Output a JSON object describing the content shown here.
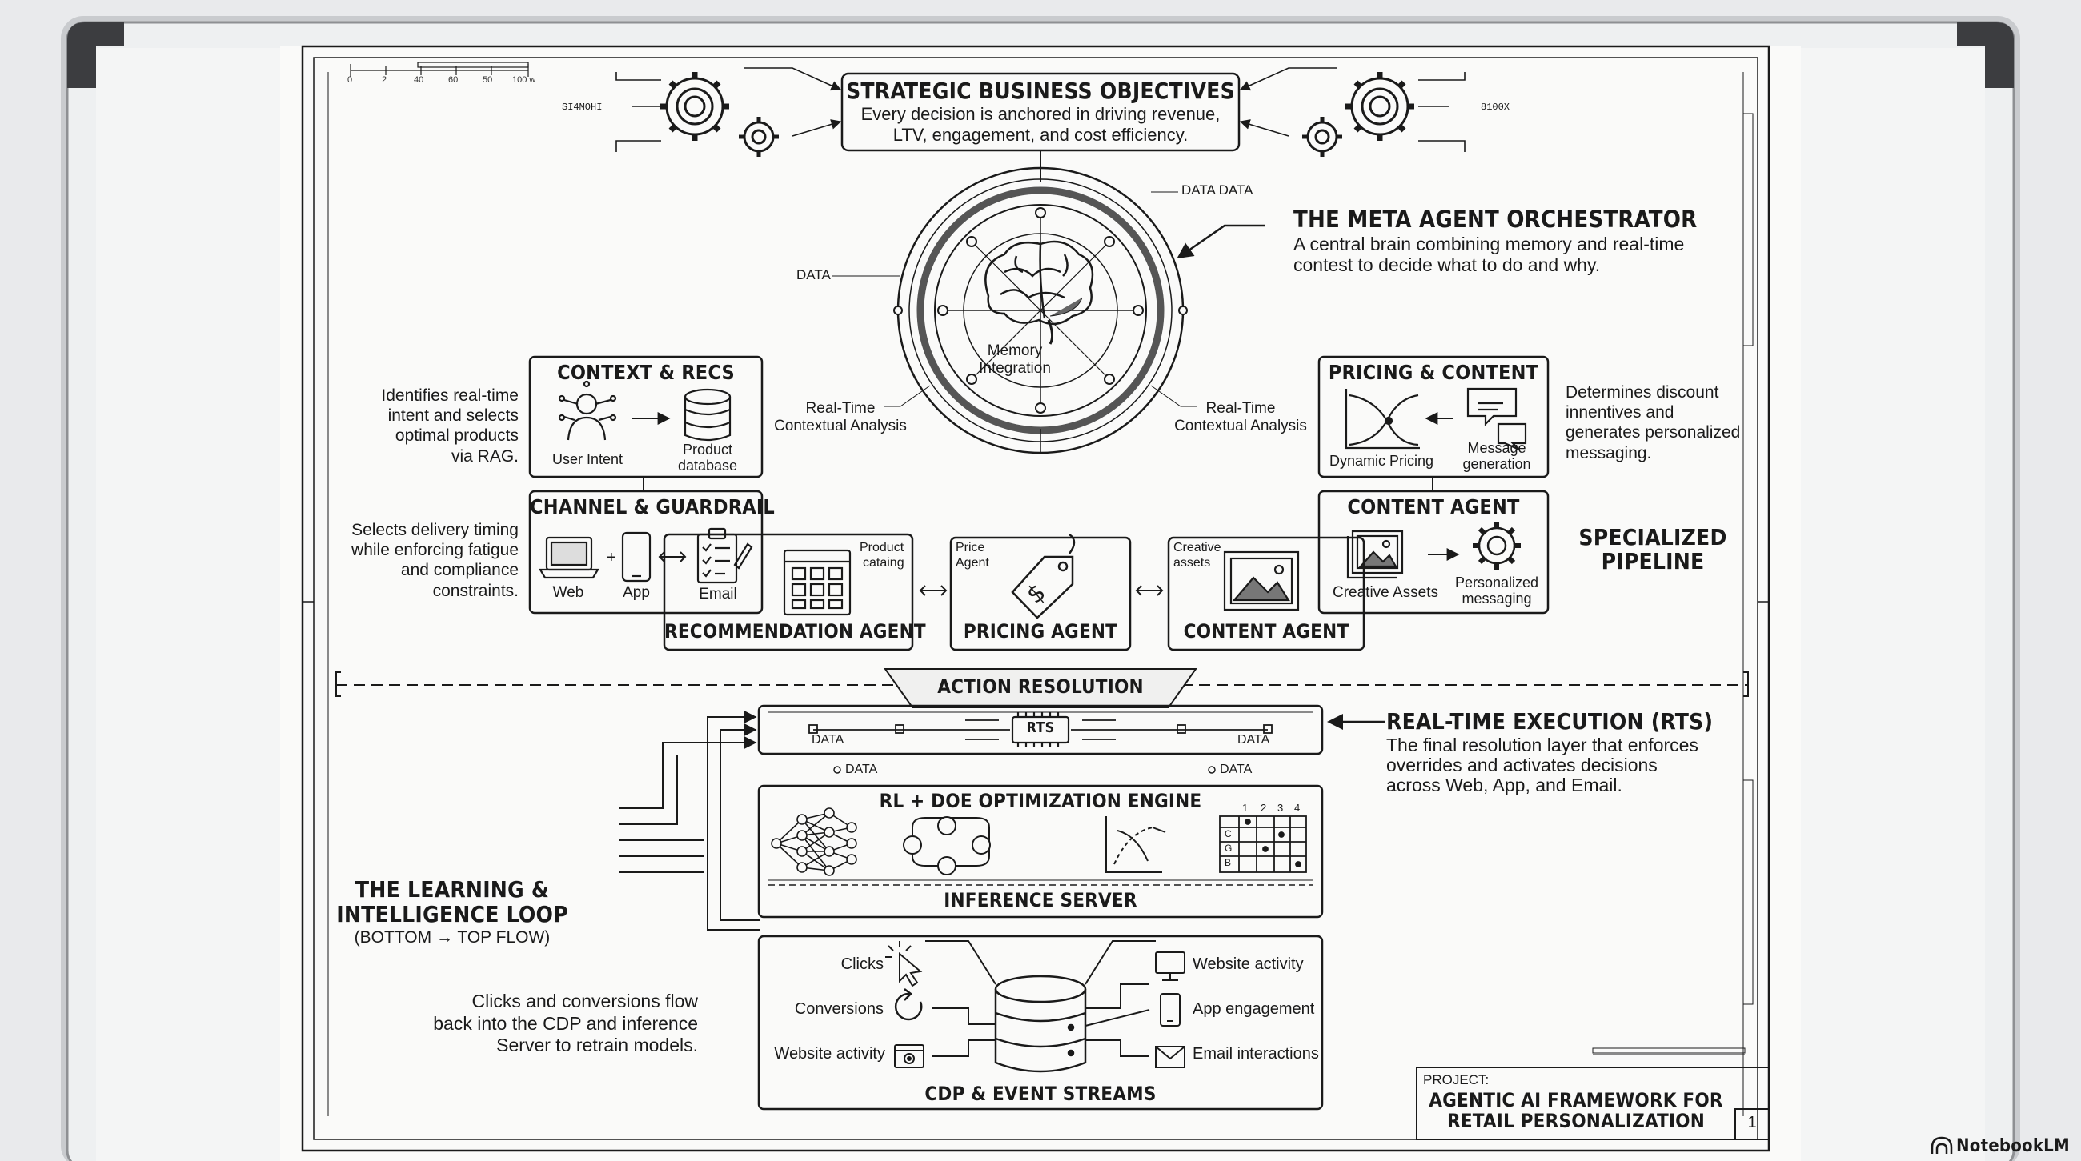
{
  "objectives": {
    "title": "STRATEGIC BUSINESS OBJECTIVES",
    "line1": "Every decision is anchored in driving revenue,",
    "line2": "LTV, engagement, and cost efficiency."
  },
  "gear_labels": {
    "left": "SI4MOHI",
    "right": "8100X"
  },
  "scale": {
    "ticks": [
      "0",
      "2",
      "40",
      "60",
      "50",
      "100 w"
    ]
  },
  "meta_agent": {
    "title": "THE META AGENT ORCHESTRATOR",
    "line1": "A central brain combining memory and real-time",
    "line2": "contest to decide what to do and why.",
    "data_top": "DATA DATA",
    "data_left": "DATA",
    "memory_line1": "Memory",
    "memory_line2": "Integration",
    "rt_left_line1": "Real-Time",
    "rt_left_line2": "Contextual Analysis",
    "rt_right_line1": "Real-Time",
    "rt_right_line2": "Contextual Analysis"
  },
  "context_recs": {
    "title": "CONTEXT & RECS",
    "user_intent": "User Intent",
    "product_line1": "Product",
    "product_line2": "database",
    "desc": [
      "Identifies real-time",
      "intent and selects",
      "optimal products",
      "via RAG."
    ]
  },
  "channel_guardrail": {
    "title": "CHANNEL & GUARDRAIL",
    "web": "Web",
    "app": "App",
    "email": "Email",
    "desc": [
      "Selects delivery timing",
      "while enforcing fatigue",
      "and compliance",
      "constraints."
    ]
  },
  "pricing_content": {
    "title": "PRICING & CONTENT",
    "dynamic": "Dynamic Pricing",
    "message_line1": "Message",
    "message_line2": "generation",
    "desc": [
      "Determines discount",
      "innentives and",
      "generates personalized",
      "messaging."
    ]
  },
  "content_agent_box": {
    "title": "CONTENT AGENT",
    "creative": "Creative Assets",
    "personalized_line1": "Personalized",
    "personalized_line2": "messaging"
  },
  "specialized": {
    "line1": "SPECIALIZED",
    "line2": "PIPELINE"
  },
  "agents": {
    "recommendation": "RECOMMENDATION AGENT",
    "product_catalog_line1": "Product",
    "product_catalog_line2": "cataing",
    "pricing": "PRICING AGENT",
    "price_agent_line1": "Price",
    "price_agent_line2": "Agent",
    "content": "CONTENT AGENT",
    "creative_assets_line1": "Creative",
    "creative_assets_line2": "assets"
  },
  "action_resolution": {
    "title": "ACTION RESOLUTION",
    "chip": "RTS",
    "data_left": "DATA",
    "data_right": "DATA",
    "data_below_left": "DATA",
    "data_below_right": "DATA"
  },
  "rts": {
    "title": "REAL-TIME EXECUTION (RTS)",
    "line1": "The final resolution layer that enforces",
    "line2": "overrides and activates decisions",
    "line3": "across Web, App, and Email."
  },
  "engine": {
    "title": "RL + DOE OPTIMIZATION ENGINE",
    "footer": "INFERENCE SERVER",
    "grid_headers": [
      "1",
      "2",
      "3",
      "4"
    ],
    "grid_rows": [
      "C",
      "G",
      "B"
    ]
  },
  "learning_loop": {
    "line1": "THE LEARNING &",
    "line2": "INTELLIGENCE LOOP",
    "line3": "(BOTTOM → TOP FLOW)",
    "desc": [
      "Clicks and conversions flow",
      "back into the CDP and inference",
      "Server to retrain models."
    ]
  },
  "cdp": {
    "title": "CDP & EVENT STREAMS",
    "clicks": "Clicks",
    "conversions": "Conversions",
    "website_activity_left": "Website activity",
    "website_activity_right": "Website activity",
    "app_engagement": "App engagement",
    "email_interactions": "Email interactions"
  },
  "project": {
    "label": "PROJECT:",
    "line1": "AGENTIC AI FRAMEWORK FOR",
    "line2": "RETAIL PERSONALIZATION",
    "sheet": "1"
  },
  "watermark": "NotebookLM",
  "colors": {
    "ink": "#1a1a1a",
    "paper": "#f7f7f6",
    "frame": "#9a9c9f",
    "frame_dark": "#3c3d40"
  }
}
